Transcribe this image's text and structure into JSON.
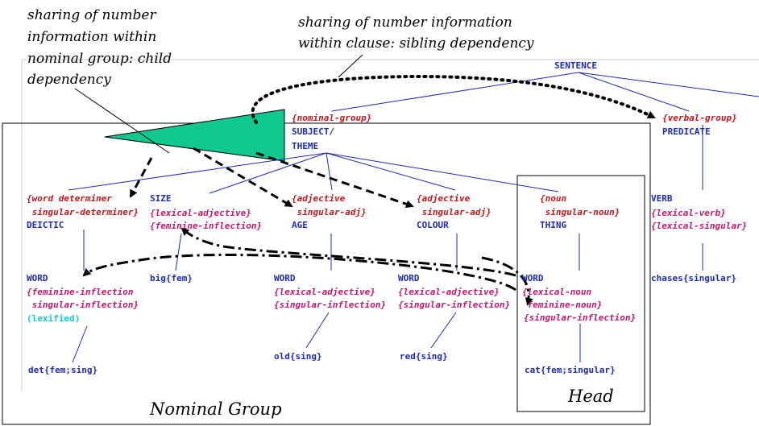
{
  "annotations": {
    "child_line1": "sharing of number",
    "child_line2": "information within",
    "child_line3": "nominal group: child",
    "child_line4": "dependency",
    "sibling_line1": "sharing of number information",
    "sibling_line2": "within clause: sibling dependency"
  },
  "sentence": {
    "label": "SENTENCE"
  },
  "subject": {
    "feature": "{nominal-group}",
    "label1": "SUBJECT/",
    "label2": "THEME"
  },
  "predicate": {
    "feature": "{verbal-group}",
    "label": "PREDICATE"
  },
  "deictic": {
    "feat1": "{word determiner",
    "feat2": " singular-determiner}",
    "label": "DEICTIC"
  },
  "size": {
    "label": "SIZE",
    "feat1": "{lexical-adjective}",
    "feat2": "{feminine-inflection}",
    "word": "big{fem}"
  },
  "age": {
    "feat1": "{adjective",
    "feat2": " singular-adj}",
    "label": "AGE"
  },
  "colour": {
    "feat1": "{adjective",
    "feat2": " singular-adj}",
    "label": "COLOUR"
  },
  "thing": {
    "feat1": "{noun",
    "feat2": " singular-noun}",
    "label": "THING"
  },
  "verb": {
    "label": "VERB",
    "feat1": "{lexical-verb}",
    "feat2": "{lexical-singular}",
    "word": "chases{singular}"
  },
  "det_word": {
    "label": "WORD",
    "feat1": "{feminine-inflection",
    "feat2": " singular-inflection}",
    "feat3": "(lexified)",
    "word": "det{fem;sing}"
  },
  "age_word": {
    "label": "WORD",
    "feat1": "{lexical-adjective}",
    "feat2": "{singular-inflection}",
    "word": "old{sing}"
  },
  "colour_word": {
    "label": "WORD",
    "feat1": "{lexical-adjective}",
    "feat2": "{singular-inflection}",
    "word": "red{sing}"
  },
  "thing_word": {
    "label": "WORD",
    "feat1": "{lexical-noun",
    "feat2": " feminine-noun}",
    "feat3": "{singular-inflection}",
    "word": "cat{fem;singular}"
  },
  "boxes": {
    "nominal_group": "Nominal Group",
    "head": "Head"
  },
  "colors": {
    "label_blue": "#1e2ab8",
    "feature_magenta": "#c2186e",
    "feature_red": "#c0181e",
    "lexified_cyan": "#12c8dc",
    "triangle_green": "#10c890",
    "tree_line_blue": "#1e2ab8"
  }
}
